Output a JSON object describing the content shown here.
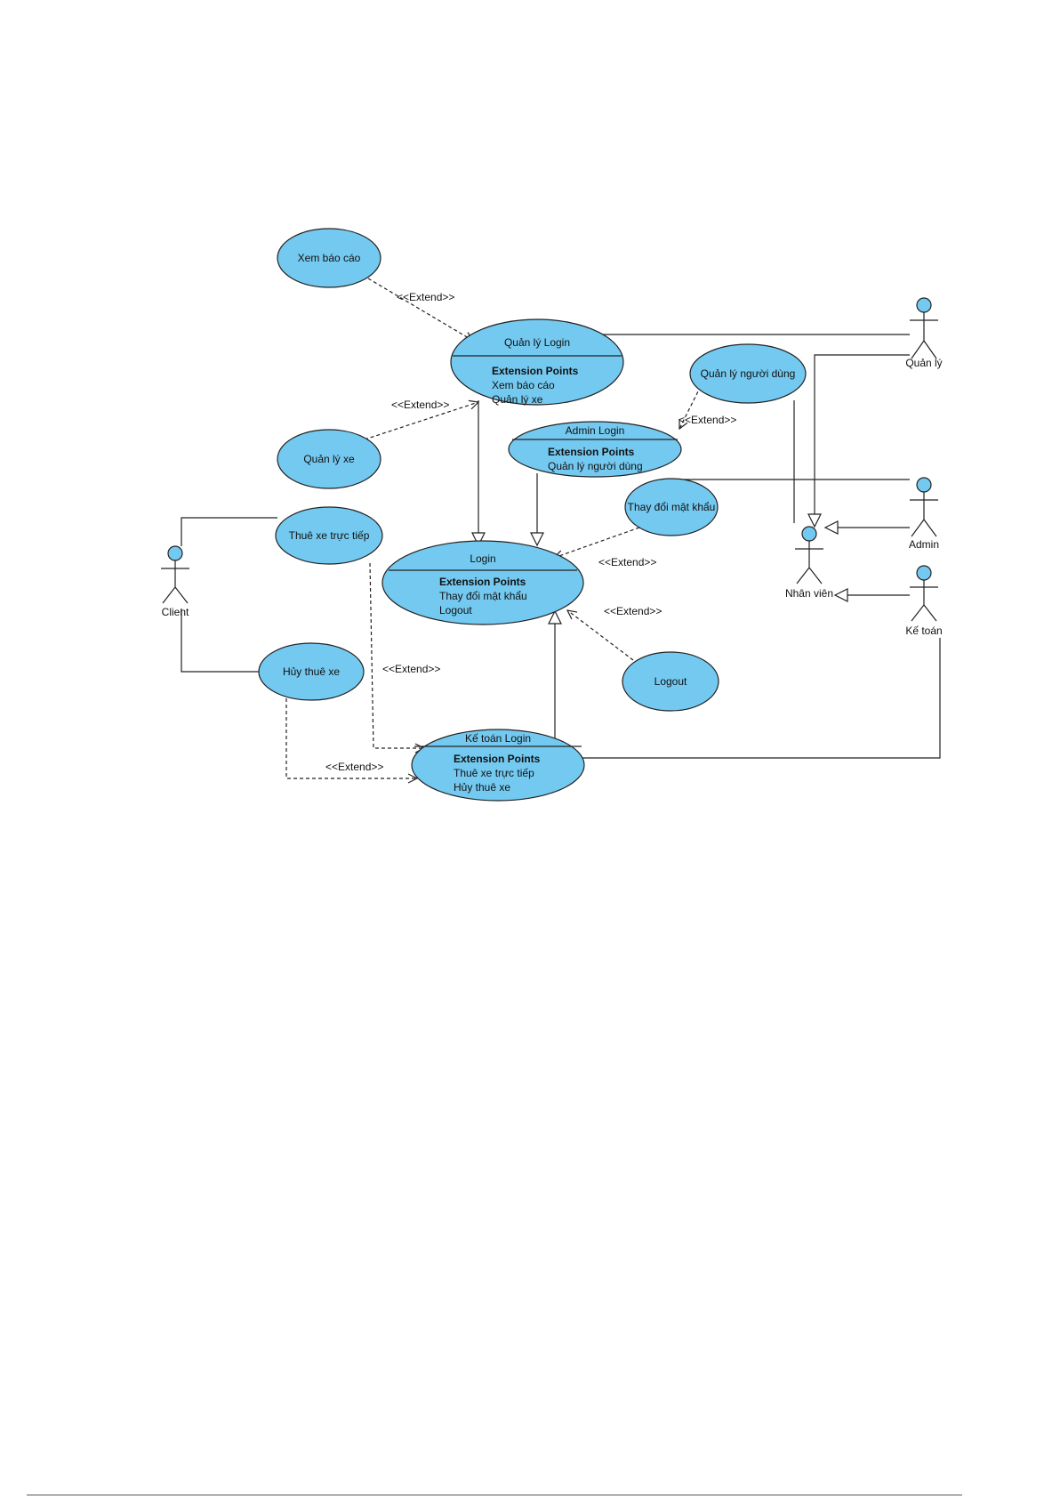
{
  "use_cases": {
    "xem_bao_cao": "Xem báo cáo",
    "quan_ly_xe": "Quản lý xe",
    "thue_xe_truc_tiep": "Thuê xe trực tiếp",
    "huy_thue_xe": "Hủy thuê xe",
    "quan_ly_nguoi_dung": "Quản lý người dùng",
    "thay_doi_mat_khau": "Thay đổi mật khẩu",
    "logout": "Logout"
  },
  "extended_use_cases": {
    "quan_ly_login": {
      "title": "Quản lý Login",
      "ext_header": "Extension Points",
      "points": [
        "Xem báo cáo",
        "Quản lý xe"
      ]
    },
    "admin_login": {
      "title": "Admin Login",
      "ext_header": "Extension Points",
      "points": [
        "Quản lý người dùng"
      ]
    },
    "login": {
      "title": "Login",
      "ext_header": "Extension Points",
      "points": [
        "Thay đổi mật khẩu",
        "Logout"
      ]
    },
    "ke_toan_login": {
      "title": "Kế toán Login",
      "ext_header": "Extension Points",
      "points": [
        "Thuê xe trực tiếp",
        "Hủy thuê xe"
      ]
    }
  },
  "actors": {
    "quan_ly": "Quản lý",
    "admin": "Admin",
    "ke_toan": "Kế toán",
    "nhan_vien": "Nhân viên",
    "client": "Client"
  },
  "stereotype": "<<Extend>>",
  "colors": {
    "usecase_fill": "#74c9f0",
    "stroke": "#222222"
  }
}
